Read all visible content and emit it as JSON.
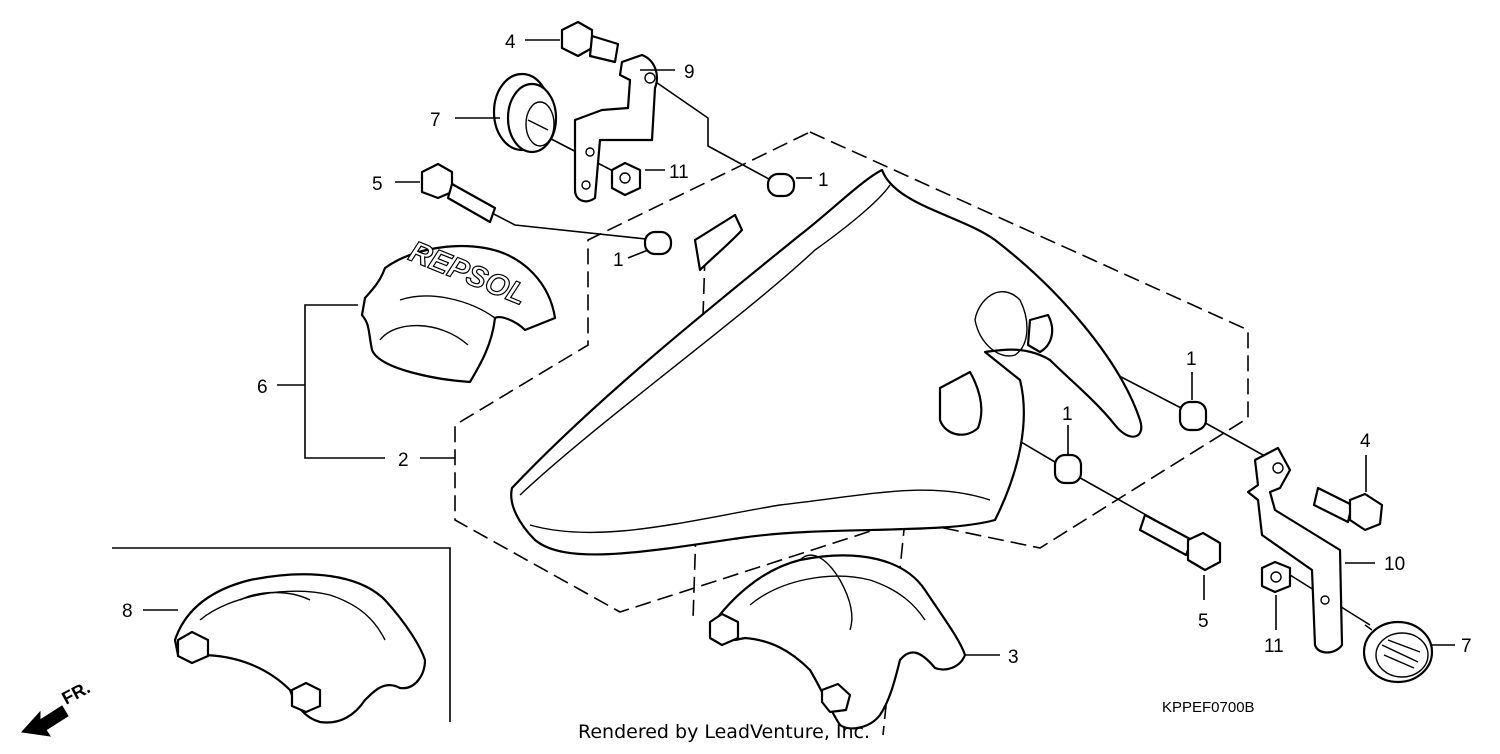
{
  "diagram": {
    "callouts": {
      "c1a": "1",
      "c1b": "1",
      "c1c": "1",
      "c1d": "1",
      "c2": "2",
      "c3": "3",
      "c4a": "4",
      "c4b": "4",
      "c5a": "5",
      "c5b": "5",
      "c6": "6",
      "c7a": "7",
      "c7b": "7",
      "c8": "8",
      "c9": "9",
      "c10": "10",
      "c11a": "11",
      "c11b": "11"
    },
    "decal_text": "REPSOL",
    "direction_label": "FR.",
    "diagram_code": "KPPEF0700B",
    "rendered_by": "Rendered by LeadVenture, Inc."
  },
  "colors": {
    "line": "#000000",
    "background": "#ffffff"
  }
}
